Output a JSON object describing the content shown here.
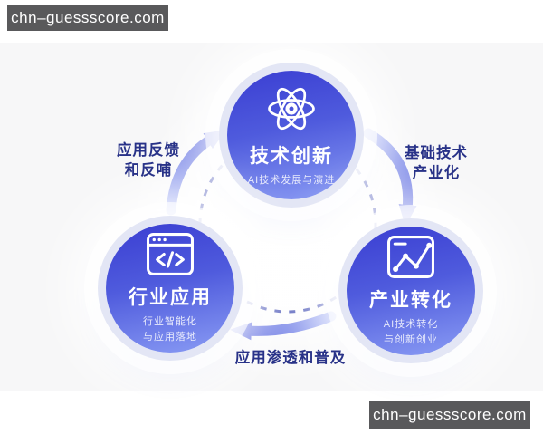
{
  "watermark": {
    "text": "chn–guessscore.com"
  },
  "colors": {
    "band_bg": "#f7f7f8",
    "node_grad_start": "#3a3ed2",
    "node_grad_end": "#8a9cf4",
    "halo": "#e3e6f5",
    "label_text": "#283288",
    "dash": "#3a47b0",
    "arrow_light": "#aab6f5",
    "arrow_dark": "#5462de",
    "watermark_bg": "#59595b",
    "icon": "#ffffff"
  },
  "diagram": {
    "nodes": [
      {
        "name": "tech-innovation",
        "icon": "atom-icon",
        "title": "技术创新",
        "subtitle": "AI技术发展与演进"
      },
      {
        "name": "industry-application",
        "icon": "browser-code-icon",
        "title": "行业应用",
        "subtitle": "行业智能化\n与应用落地"
      },
      {
        "name": "industry-transformation",
        "icon": "line-chart-icon",
        "title": "产业转化",
        "subtitle": "AI技术转化\n与创新创业"
      }
    ],
    "flows": [
      {
        "name": "feedback",
        "label": "应用反馈\n和反哺",
        "from": "行业应用",
        "to": "技术创新"
      },
      {
        "name": "industrialization",
        "label": "基础技术\n产业化",
        "from": "技术创新",
        "to": "产业转化"
      },
      {
        "name": "penetration",
        "label": "应用渗透和普及",
        "from": "产业转化",
        "to": "行业应用"
      }
    ]
  }
}
